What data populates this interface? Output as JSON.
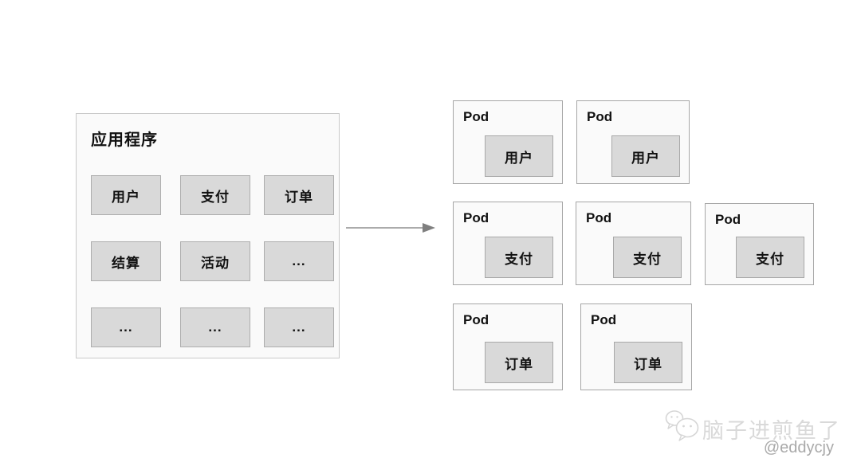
{
  "app": {
    "title": "应用程序",
    "modules": [
      "用户",
      "支付",
      "订单",
      "结算",
      "活动",
      "...",
      "...",
      "...",
      "..."
    ]
  },
  "pods": [
    {
      "label": "Pod",
      "module": "用户"
    },
    {
      "label": "Pod",
      "module": "用户"
    },
    {
      "label": "Pod",
      "module": "支付"
    },
    {
      "label": "Pod",
      "module": "支付"
    },
    {
      "label": "Pod",
      "module": "支付"
    },
    {
      "label": "Pod",
      "module": "订单"
    },
    {
      "label": "Pod",
      "module": "订单"
    }
  ],
  "watermark": {
    "name": "脑子进煎鱼了",
    "handle": "@eddycjy",
    "icon": "wechat-bubbles-icon"
  },
  "colors": {
    "background": "#ffffff",
    "container_fill": "#fafafa",
    "container_border": "#c9c9c9",
    "pod_border": "#a6a6a6",
    "module_fill": "#d9d9d9",
    "module_border": "#adadad",
    "arrow": "#8f8f8f",
    "text": "#111111",
    "watermark_name": "#d9d9d9",
    "watermark_handle": "#a9a9a9"
  }
}
